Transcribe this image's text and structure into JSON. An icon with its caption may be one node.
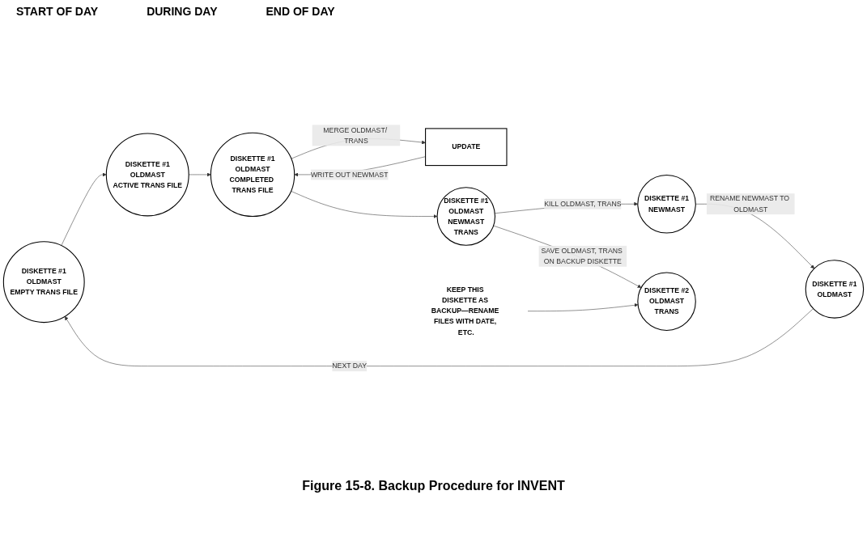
{
  "diagram": {
    "caption": "Figure 15-8. Backup Procedure for INVENT",
    "nodes": [
      {
        "text": [
          "DISKETTE #1",
          "OLDMAST",
          "EMPTY TRANS FILE"
        ]
      },
      {
        "text": [
          "DISKETTE #1",
          "OLDMAST",
          "ACTIVE TRANS FILE"
        ]
      },
      {
        "text": [
          "DISKETTE #1",
          "OLDMAST",
          "COMPLETED TRANS FILE"
        ]
      },
      {
        "text": [
          "UPDATE"
        ]
      },
      {
        "text": [
          "DISKETTE #1",
          "OLDMAST"
        ]
      },
      {
        "text": [
          "DISKETTE #1",
          "NEWMAST"
        ]
      },
      {
        "text": [
          "DISKETTE #1",
          "OLDMAST",
          "NEWMAST",
          "TRANS"
        ]
      },
      {
        "text": [
          "DISKETTE #2",
          "OLDMAST",
          "TRANS"
        ]
      },
      {
        "text": [
          "KEEP THIS DISKETTE AS BACKUP—RENAME FILES WITH DATE, ETC."
        ]
      }
    ],
    "edges": [
      {
        "from": 0,
        "to": 1,
        "arrow": "to"
      },
      {
        "from": 1,
        "to": 2,
        "arrow": "to"
      },
      {
        "from": 2,
        "to": 3,
        "arrow": "to",
        "label": "MERGE OLDMAST/ TRANS"
      },
      {
        "from": 3,
        "to": 2,
        "arrow": "to",
        "label": "WRITE OUT NEWMAST"
      },
      {
        "from": 2,
        "to": 6,
        "arrow": "to"
      },
      {
        "from": 6,
        "to": 7,
        "arrow": "to",
        "label": "SAVE OLDMAST, TRANS ON BACKUP DISKETTE"
      },
      {
        "from": 6,
        "to": 5,
        "arrow": "to",
        "label": "KILL OLDMAST, TRANS"
      },
      {
        "from": 5,
        "to": 4,
        "arrow": "to",
        "label": "RENAME NEWMAST TO OLDMAST"
      },
      {
        "from": 4,
        "to": 0,
        "arrow": "to",
        "label": "NEXT DAY"
      },
      {
        "from": 8,
        "to": 7,
        "arrow": "to"
      }
    ],
    "labels": [
      "START OF DAY",
      "DURING DAY",
      "END OF DAY"
    ]
  }
}
